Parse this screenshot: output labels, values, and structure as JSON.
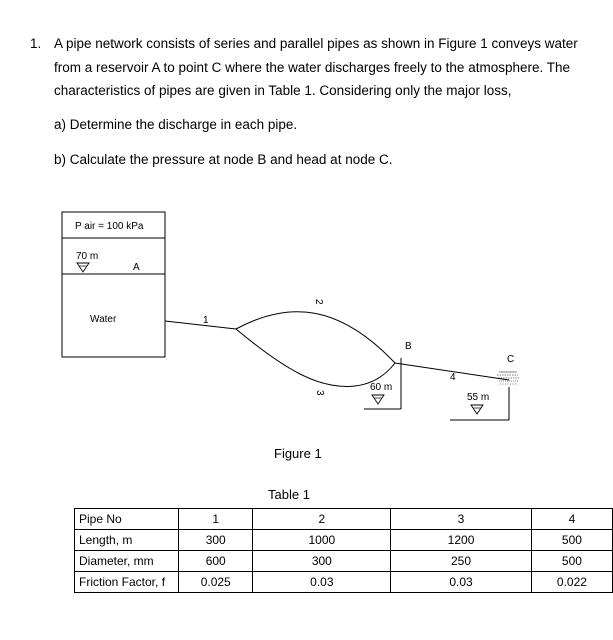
{
  "question": {
    "number": "1.",
    "lines": [
      "A pipe network consists of series and parallel pipes as shown in Figure 1 conveys water",
      "from a reservoir A to point C where the water discharges freely to the atmosphere. The",
      "characteristics of pipes are given in Table 1. Considering only the major loss,"
    ],
    "part_a": "a) Determine the discharge in each pipe.",
    "part_b": "b) Calculate the pressure at node B and head at node C."
  },
  "figure": {
    "air_pressure": "P air = 100 kPa",
    "reservoir_level": "70 m",
    "reservoir_label": "A",
    "fluid_label": "Water",
    "pipe_labels": [
      "1",
      "2",
      "3",
      "4"
    ],
    "node_b": "B",
    "node_c": "C",
    "elev_b": "60 m",
    "elev_c": "55 m",
    "caption": "Figure 1"
  },
  "table": {
    "caption": "Table 1",
    "rows": [
      {
        "header": "Pipe No",
        "values": [
          "1",
          "2",
          "3",
          "4"
        ]
      },
      {
        "header": "Length, m",
        "values": [
          "300",
          "1000",
          "1200",
          "500"
        ]
      },
      {
        "header": "Diameter, mm",
        "values": [
          "600",
          "300",
          "250",
          "500"
        ]
      },
      {
        "header": "Friction Factor, f",
        "values": [
          "0.025",
          "0.03",
          "0.03",
          "0.022"
        ]
      }
    ]
  }
}
